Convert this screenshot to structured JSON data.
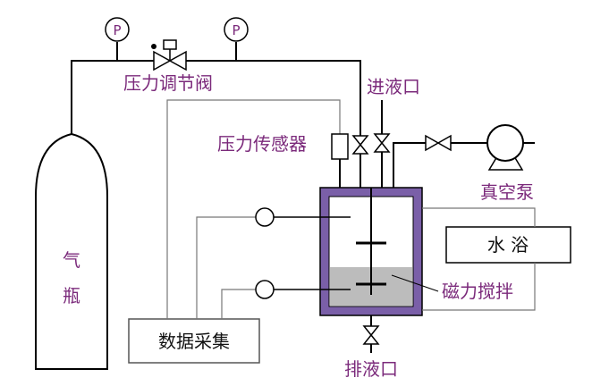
{
  "gauges": {
    "symbol": "P"
  },
  "labels": {
    "pressure_valve": "压力调节阀",
    "inlet": "进液口",
    "pressure_sensor": "压力传感器",
    "vacuum_pump": "真空泵",
    "water_bath": "水  浴",
    "magnetic_stirrer": "磁力搅拌",
    "data_acquisition": "数据采集",
    "drain": "排液口",
    "cylinder_char1": "气",
    "cylinder_char2": "瓶"
  },
  "colors": {
    "label": "#7b2a7b",
    "vessel_jacket": "#7a5fa8",
    "liquid": "#bcbcbc",
    "line": "#000000",
    "signal_line": "#777777"
  }
}
